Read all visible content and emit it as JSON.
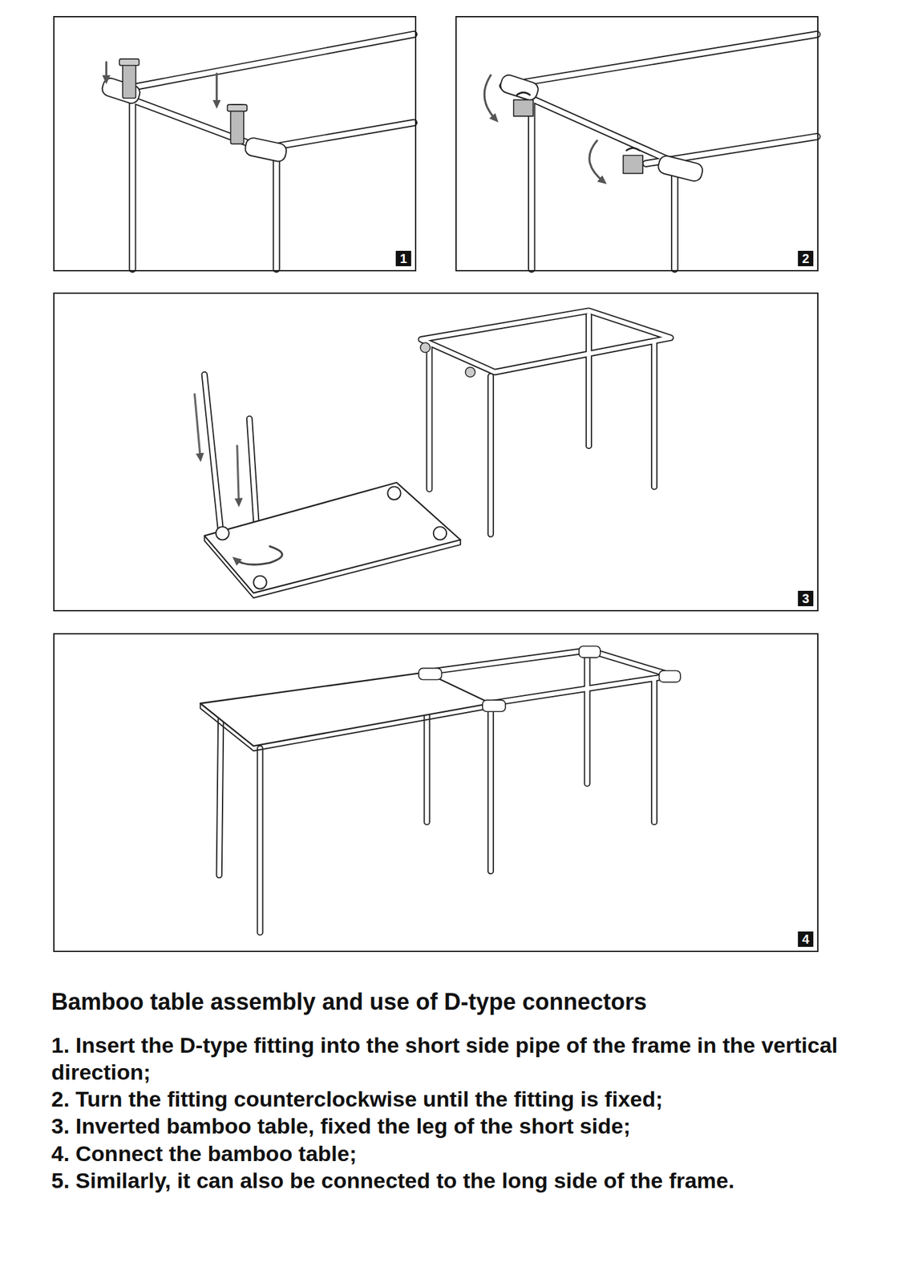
{
  "diagram": {
    "title": "Bamboo table assembly and use of D-type connectors",
    "nodes": [
      {
        "text": [
          "1"
        ]
      },
      {
        "text": [
          "2"
        ]
      },
      {
        "text": [
          "3"
        ]
      },
      {
        "text": [
          "4"
        ]
      }
    ],
    "labels": [
      "1. Insert the D-type fitting into the short side pipe of the frame in the vertical direction;",
      "2. Turn the fitting counterclockwise until the fitting is fixed;",
      "3. Inverted bamboo table, fixed the leg of the short side;",
      "4. Connect the bamboo table;",
      "5. Similarly, it can also be connected to the long side of the frame."
    ]
  }
}
